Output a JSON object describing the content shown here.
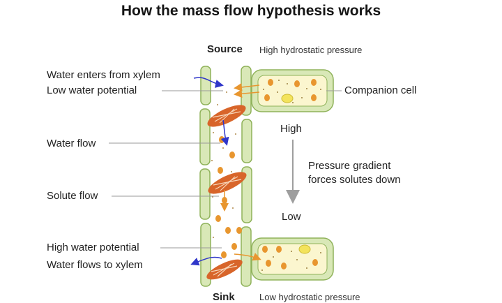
{
  "title": "How the mass flow hypothesis works",
  "source": {
    "label": "Source",
    "note": "High hydrostatic pressure"
  },
  "sink": {
    "label": "Sink",
    "note": "Low hydrostatic pressure"
  },
  "left_labels": {
    "water_enters": "Water enters from xylem",
    "low_wp": "Low water potential",
    "water_flow": "Water flow",
    "solute_flow": "Solute flow",
    "high_wp": "High water potential",
    "to_xylem": "Water flows to xylem"
  },
  "right_labels": {
    "companion": "Companion cell",
    "high": "High",
    "gradient_line1": "Pressure gradient",
    "gradient_line2": "forces solutes down",
    "low": "Low"
  },
  "colors": {
    "cell_wall": "#d9e8b7",
    "cell_outline": "#8fb25a",
    "cytoplasm": "#fbf6cf",
    "solute": "#e8962f",
    "sieve_plate": "#d8652a",
    "flow_arrow": "#2f36c9",
    "gradient_arrow": "#9e9e9e"
  }
}
